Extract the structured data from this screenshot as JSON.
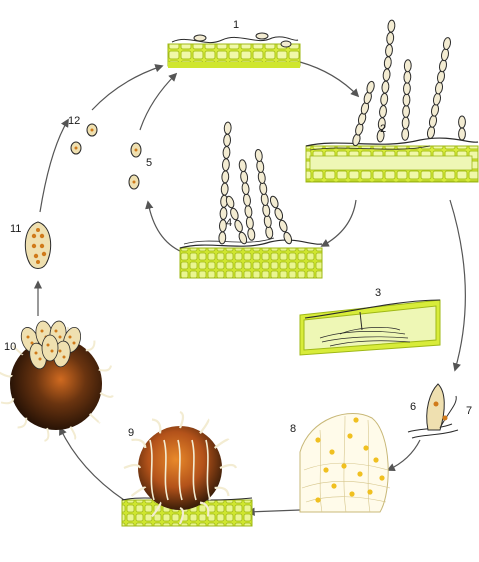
{
  "labels": [
    "1",
    "2",
    "3",
    "4",
    "5",
    "6",
    "7",
    "8",
    "9",
    "10",
    "11",
    "12"
  ],
  "colors": {
    "leaf_green": "#d8ec3a",
    "leaf_cell": "#b9d21a",
    "hypha": "#f3ecd2",
    "outline": "#2b2b2b",
    "spore_brown": "#4a2a10",
    "spore_orange": "#d07a1a",
    "ascus": "#efe0b0",
    "arrow": "#555555"
  }
}
